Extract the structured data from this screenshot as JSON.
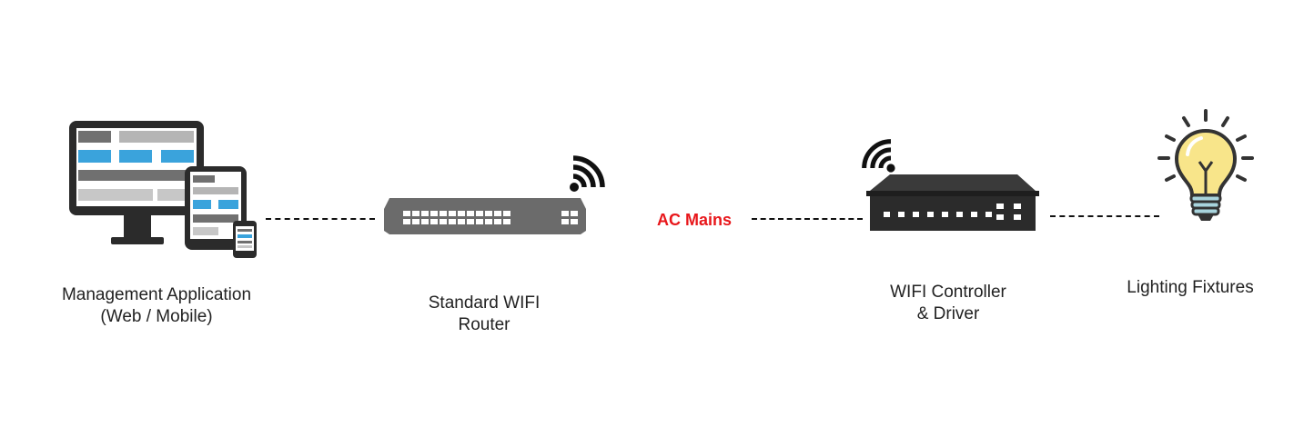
{
  "nodes": {
    "management_app": {
      "line1": "Management Application",
      "line2": "(Web / Mobile)"
    },
    "router": {
      "line1": "Standard WIFI",
      "line2": "Router"
    },
    "controller": {
      "line1": "WIFI Controller",
      "line2": "& Driver"
    },
    "fixtures": {
      "line1": "Lighting Fixtures"
    }
  },
  "ac_mains": {
    "label": "AC Mains",
    "color": "#e8171b"
  },
  "colors": {
    "device_dark": "#2b2b2b",
    "router_gray": "#6b6b6b",
    "screen_blue": "#3aa3dc",
    "bulb_yellow": "#f8e58a"
  },
  "icons": [
    "devices-icon",
    "wifi-icon",
    "router-icon",
    "controller-icon",
    "light-bulb-icon"
  ]
}
